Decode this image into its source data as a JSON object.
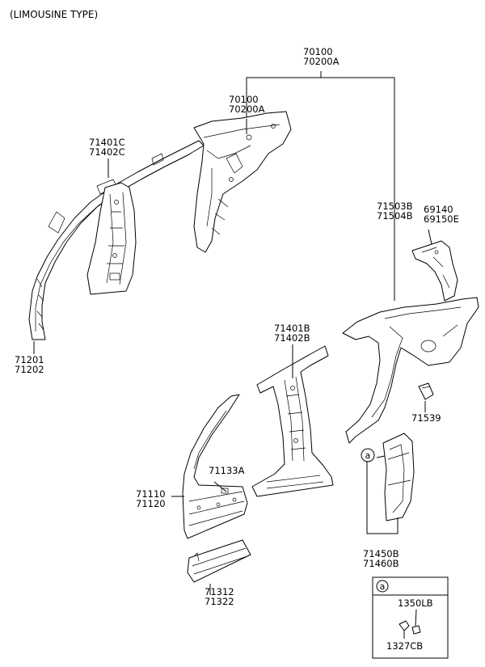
{
  "header": {
    "title": "(LIMOUSINE TYPE)"
  },
  "parts": [
    {
      "id": "p-70100",
      "lines": [
        "70100",
        "70200A"
      ]
    },
    {
      "id": "p-70100-sub",
      "lines": [
        "70100",
        "70200A"
      ]
    },
    {
      "id": "p-71401c",
      "lines": [
        "71401C",
        "71402C"
      ]
    },
    {
      "id": "p-71503b",
      "lines": [
        "71503B",
        "71504B"
      ]
    },
    {
      "id": "p-69140",
      "lines": [
        "69140",
        "69150E"
      ]
    },
    {
      "id": "p-71201",
      "lines": [
        "71201",
        "71202"
      ]
    },
    {
      "id": "p-71401b",
      "lines": [
        "71401B",
        "71402B"
      ]
    },
    {
      "id": "p-71539",
      "lines": [
        "71539"
      ]
    },
    {
      "id": "p-71133a",
      "lines": [
        "71133A"
      ]
    },
    {
      "id": "p-71110",
      "lines": [
        "71110",
        "71120"
      ]
    },
    {
      "id": "p-71450b",
      "lines": [
        "71450B",
        "71460B"
      ]
    },
    {
      "id": "p-71312",
      "lines": [
        "71312",
        "71322"
      ]
    }
  ],
  "callout": {
    "marker": "a",
    "items": [
      "1350LB",
      "1327CB"
    ]
  }
}
